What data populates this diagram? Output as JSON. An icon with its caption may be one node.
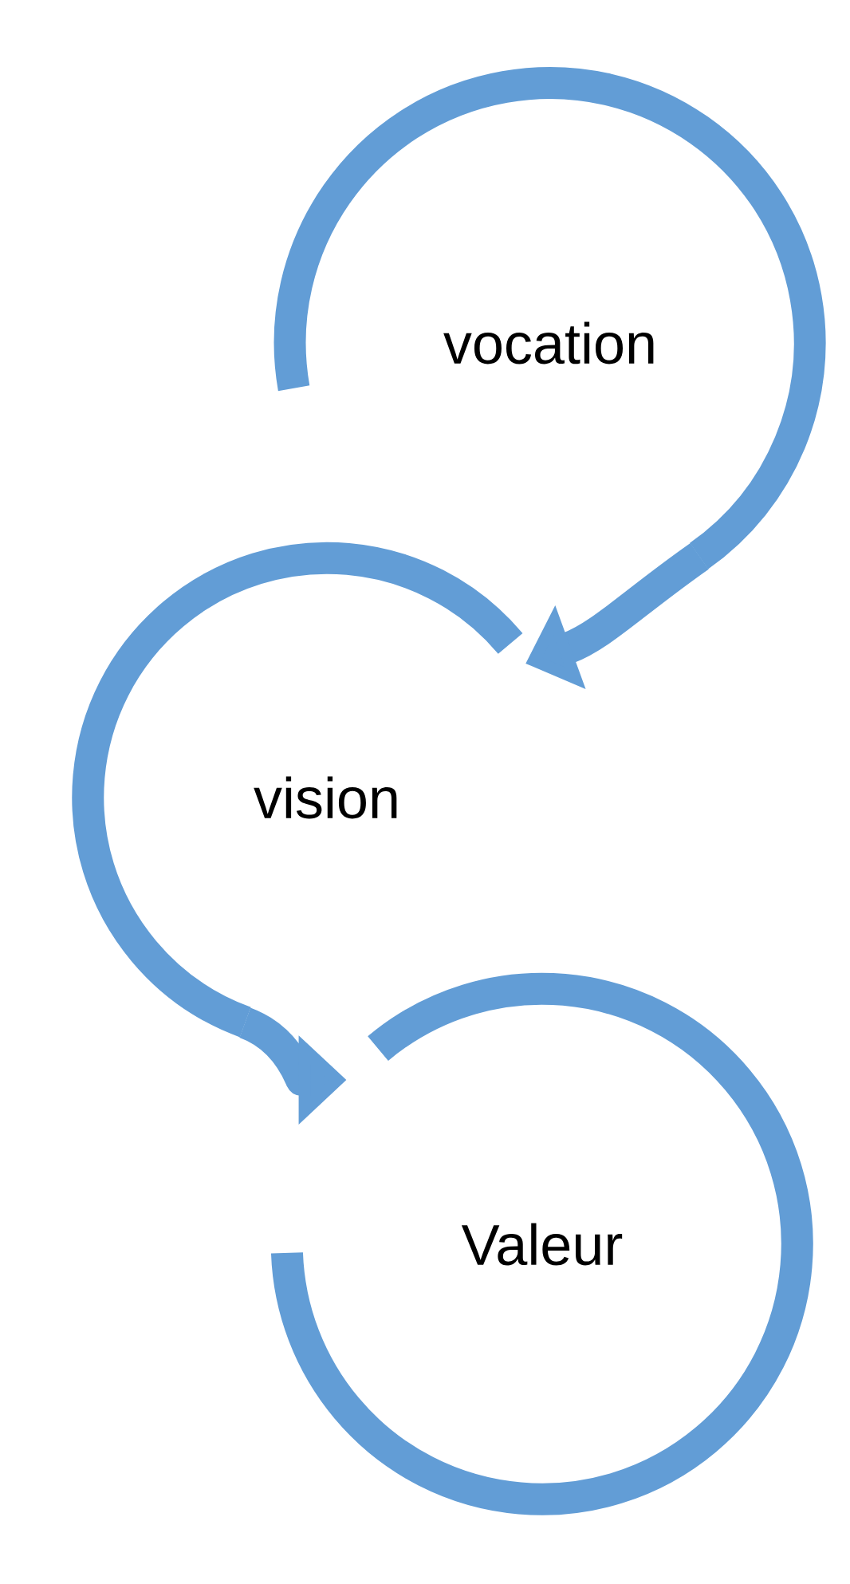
{
  "diagram": {
    "nodes": [
      {
        "text": [
          "vocation"
        ]
      },
      {
        "text": [
          "vision"
        ]
      },
      {
        "text": [
          "Valeur"
        ]
      }
    ],
    "edges": [
      {
        "from": 0,
        "to": 1,
        "arrow": "to"
      },
      {
        "from": 1,
        "to": 2,
        "arrow": "to"
      }
    ]
  }
}
